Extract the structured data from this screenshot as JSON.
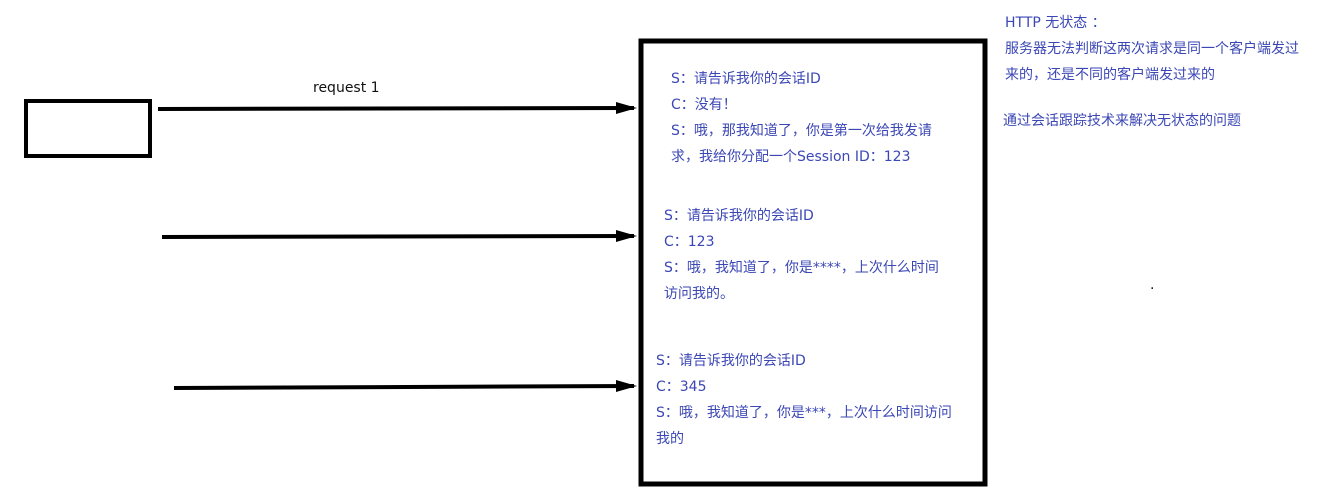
{
  "arrow1_label": "request 1",
  "session_1": {
    "line1": "S：请告诉我你的会话ID",
    "line2": "C：没有！",
    "line3": "S：哦，那我知道了，你是第一次给我发请",
    "line4": "求，我给你分配一个Session ID：123"
  },
  "session_2": {
    "line1": "S：请告诉我你的会话ID",
    "line2": "C：123",
    "line3": "S：哦，我知道了，你是****，上次什么时间",
    "line4": "访问我的。"
  },
  "session_3": {
    "line1": "S：请告诉我你的会话ID",
    "line2": "C：345",
    "line3": "S：哦，我知道了，你是***，上次什么时间访问",
    "line4": "我的"
  },
  "note": {
    "title": "HTTP 无状态 ：",
    "line1": "服务器无法判断这两次请求是同一个客户端发过",
    "line2": "来的，还是不同的客户端发过来的",
    "line3": "通过会话跟踪技术来解决无状态的问题"
  },
  "dot": "."
}
